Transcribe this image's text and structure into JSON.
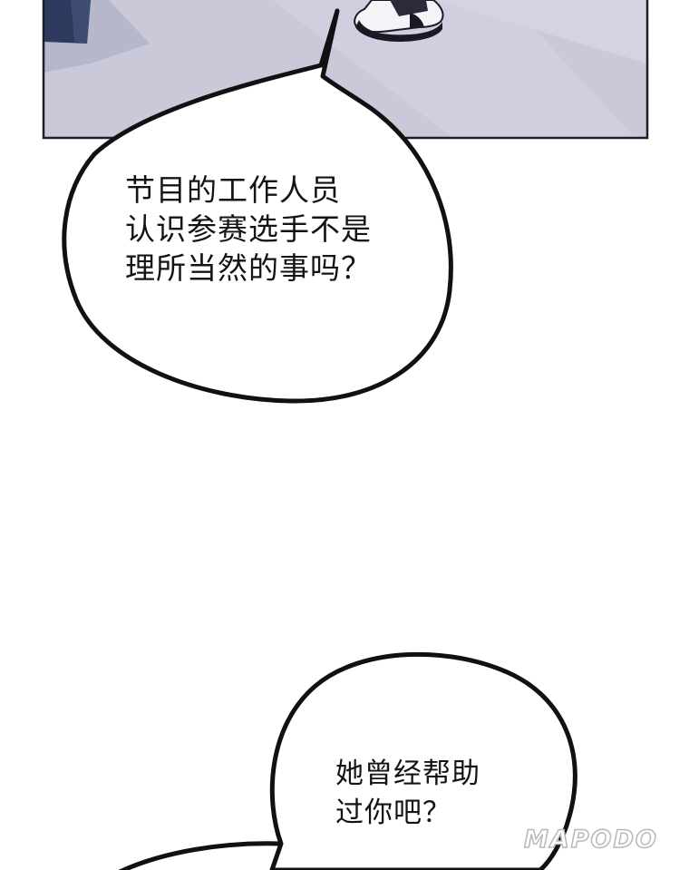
{
  "panel": {
    "scene": "floor-with-sneakers",
    "floor_color": "#c9c9da",
    "frame_color": "#1e1e2a"
  },
  "bubbles": [
    {
      "lines": [
        "节目的工作人员",
        "认识参赛选手不是",
        "理所当然的事吗？"
      ]
    },
    {
      "lines": [
        "她曾经帮助",
        "过你吧？"
      ]
    }
  ],
  "watermark": {
    "text": "MAPODO"
  },
  "colors": {
    "bubble_fill": "#ffffff",
    "bubble_stroke": "#111111",
    "text": "#141414",
    "page_bg": "#ffffff"
  }
}
